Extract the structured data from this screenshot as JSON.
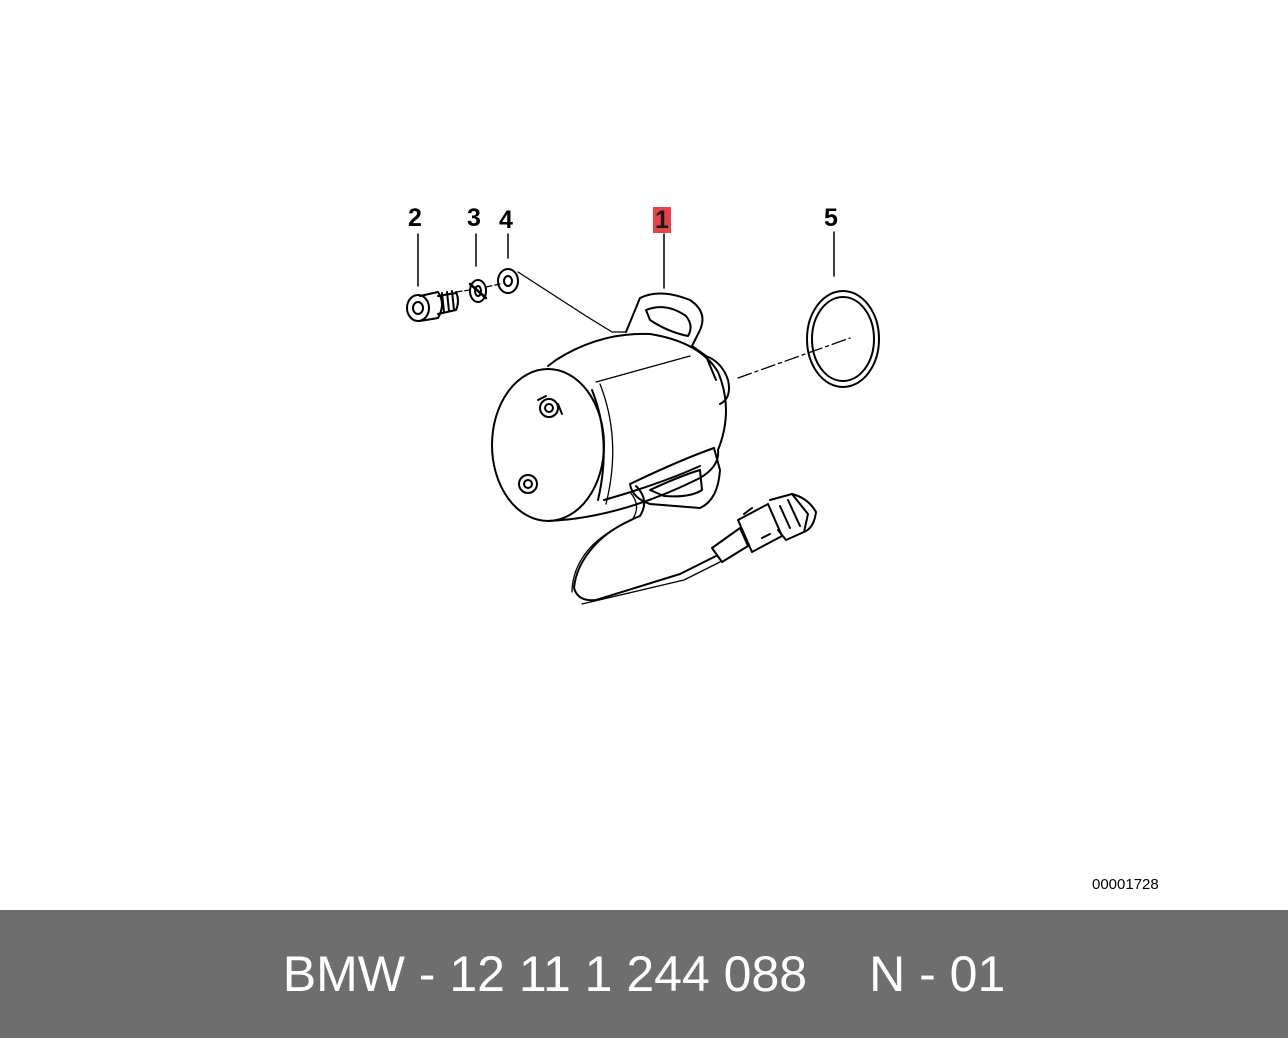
{
  "callouts": {
    "part_1": "1",
    "part_2": "2",
    "part_3": "3",
    "part_4": "4",
    "part_5": "5"
  },
  "drawing_number": "00001728",
  "footer": {
    "brand_part": "BMW - 12 11 1 244 088",
    "variant": "N - 01"
  },
  "colors": {
    "highlight": "#e8414c",
    "footer_bg": "#6e6e6e",
    "footer_text": "#ffffff"
  },
  "icons": {
    "part_1": "ignition-coil-icon",
    "part_2": "screw-icon",
    "part_3": "lock-washer-icon",
    "part_4": "washer-icon",
    "part_5": "o-ring-icon"
  }
}
